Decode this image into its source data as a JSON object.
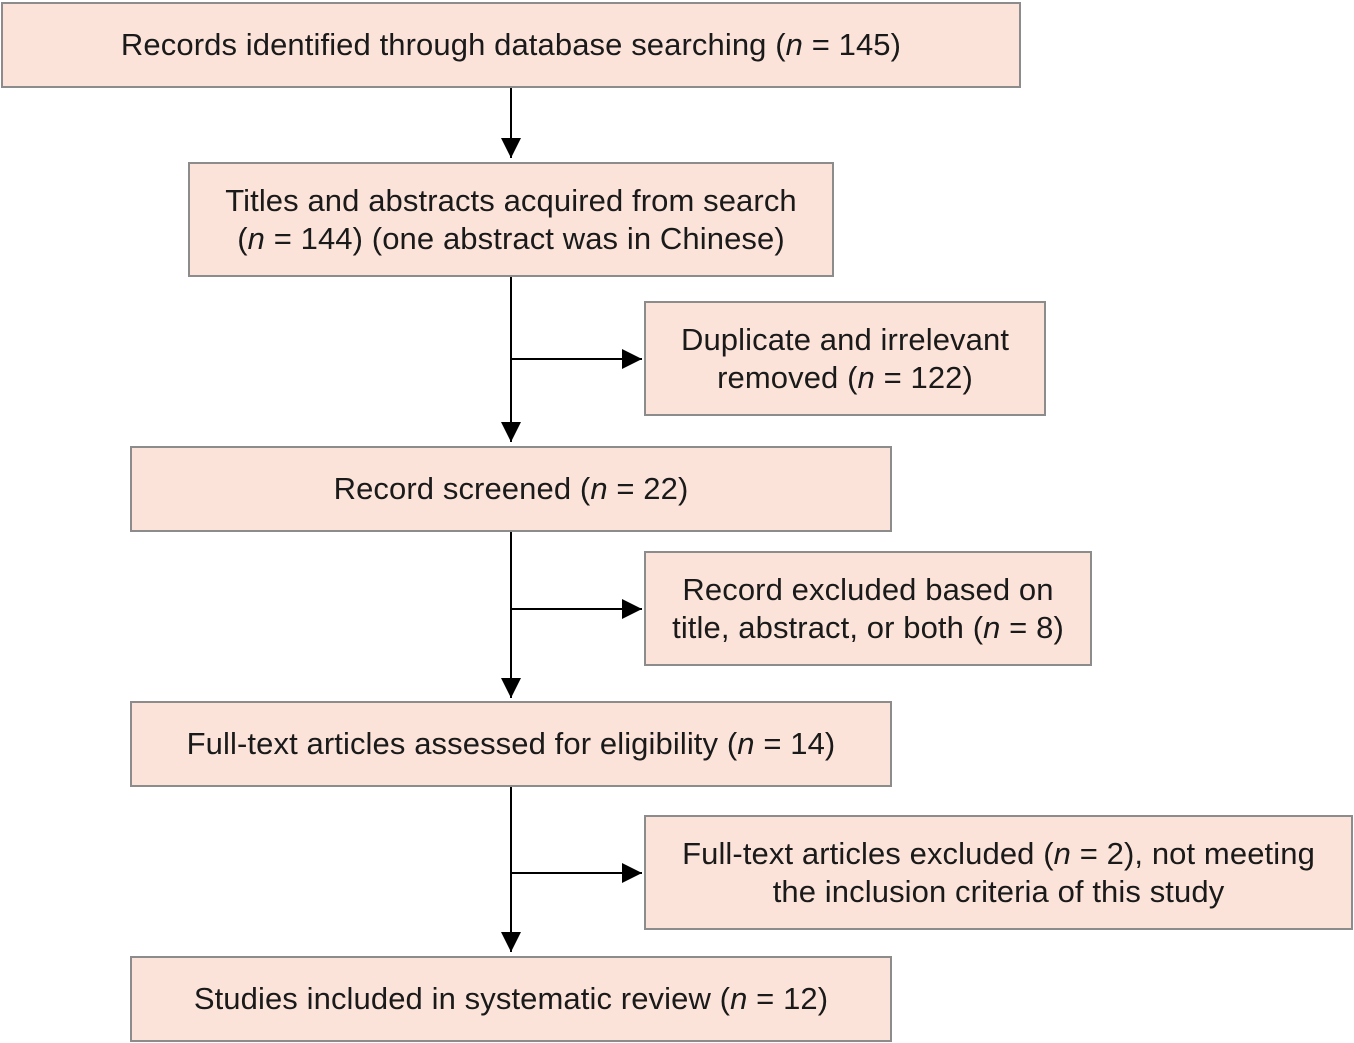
{
  "main_flow": {
    "identified": {
      "lines": [
        {
          "pre": "Records identified through database searching (",
          "n": "n",
          "post": " = 145)"
        }
      ]
    },
    "acquired": {
      "lines": [
        {
          "pre": "Titles and abstracts acquired from search",
          "n": "",
          "post": ""
        },
        {
          "pre": "(",
          "n": "n",
          "post": " = 144) (one abstract was in Chinese)"
        }
      ]
    },
    "screened": {
      "lines": [
        {
          "pre": "Record screened (",
          "n": "n",
          "post": " = 22)"
        }
      ]
    },
    "eligibility": {
      "lines": [
        {
          "pre": "Full-text articles assessed for eligibility (",
          "n": "n",
          "post": " = 14)"
        }
      ]
    },
    "included": {
      "lines": [
        {
          "pre": "Studies included in systematic review (",
          "n": "n",
          "post": " = 12)"
        }
      ]
    }
  },
  "exclusions": {
    "duplicates": {
      "lines": [
        {
          "pre": "Duplicate and irrelevant",
          "n": "",
          "post": ""
        },
        {
          "pre": "removed (",
          "n": "n",
          "post": " = 122)"
        }
      ]
    },
    "title_abstract": {
      "lines": [
        {
          "pre": "Record excluded based on",
          "n": "",
          "post": ""
        },
        {
          "pre": "title, abstract, or both (",
          "n": "n",
          "post": " = 8)"
        }
      ]
    },
    "full_text": {
      "lines": [
        {
          "pre": "Full-text articles excluded (",
          "n": "n",
          "post": " = 2), not meeting"
        },
        {
          "pre": "the inclusion criteria of this study",
          "n": "",
          "post": ""
        }
      ]
    }
  },
  "colors": {
    "box_fill": "#fbe3d9",
    "box_border": "#8c8c8c",
    "arrow": "#000000"
  }
}
